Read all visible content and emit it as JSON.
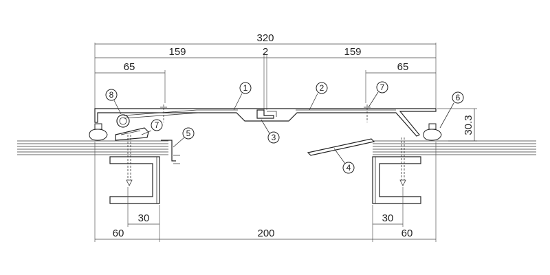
{
  "dimensions": {
    "overall_width": "320",
    "left_half": "159",
    "center_gap": "2",
    "right_half": "159",
    "left_offset": "65",
    "right_offset": "65",
    "height": "30.3",
    "left_flange": "30",
    "right_flange": "30",
    "left_edge": "60",
    "center_span": "200",
    "right_edge": "60"
  },
  "callouts": {
    "c1": "1",
    "c2": "2",
    "c3": "3",
    "c4": "4",
    "c5": "5",
    "c6": "6",
    "c7a": "7",
    "c7b": "7",
    "c8": "8"
  }
}
